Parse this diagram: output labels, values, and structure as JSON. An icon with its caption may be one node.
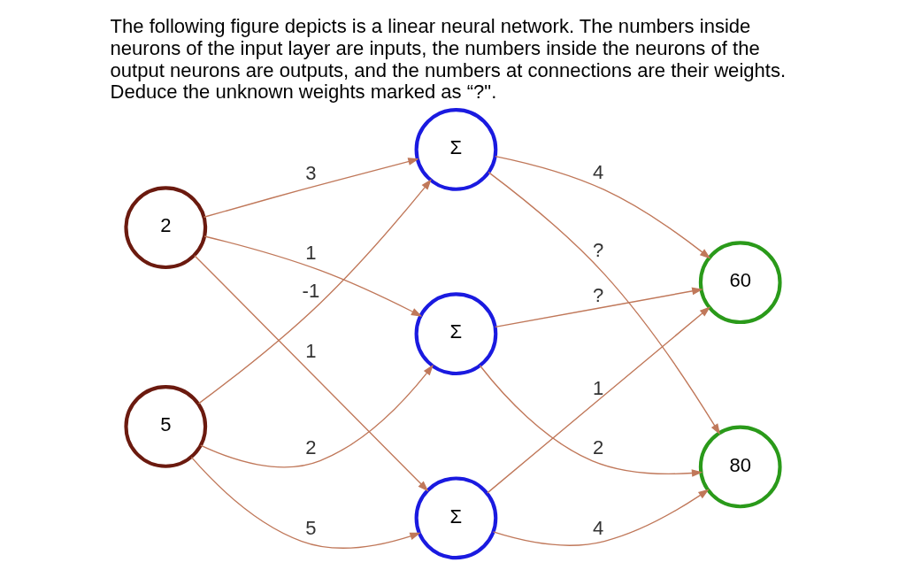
{
  "diagram": {
    "title": "The following figure depicts is a linear neural network. The numbers inside neurons of the input layer are inputs, the numbers inside the neurons of the output neurons are outputs, and the numbers at connections are their weights. Deduce the unknown weights marked as “?\".",
    "nodes": [
      {
        "text": [
          "2"
        ]
      },
      {
        "text": [
          "5"
        ]
      },
      {
        "text": [
          "Σ"
        ]
      },
      {
        "text": [
          "Σ"
        ]
      },
      {
        "text": [
          "Σ"
        ]
      },
      {
        "text": [
          "60"
        ]
      },
      {
        "text": [
          "80"
        ]
      }
    ],
    "edges": [
      {
        "from": 0,
        "to": 2,
        "arrow": "to",
        "label": "3"
      },
      {
        "from": 1,
        "to": 2,
        "arrow": "to",
        "label": "-1"
      },
      {
        "from": 0,
        "to": 3,
        "arrow": "to",
        "label": "1"
      },
      {
        "from": 1,
        "to": 3,
        "arrow": "to",
        "label": "2"
      },
      {
        "from": 0,
        "to": 4,
        "arrow": "to",
        "label": "1"
      },
      {
        "from": 1,
        "to": 4,
        "arrow": "to",
        "label": "5"
      },
      {
        "from": 2,
        "to": 5,
        "arrow": "to",
        "label": "4"
      },
      {
        "from": 2,
        "to": 6,
        "arrow": "to",
        "label": "?"
      },
      {
        "from": 3,
        "to": 5,
        "arrow": "to",
        "label": "?"
      },
      {
        "from": 3,
        "to": 6,
        "arrow": "to",
        "label": "2"
      },
      {
        "from": 4,
        "to": 5,
        "arrow": "to",
        "label": "1"
      },
      {
        "from": 4,
        "to": 6,
        "arrow": "to",
        "label": "4"
      }
    ]
  }
}
